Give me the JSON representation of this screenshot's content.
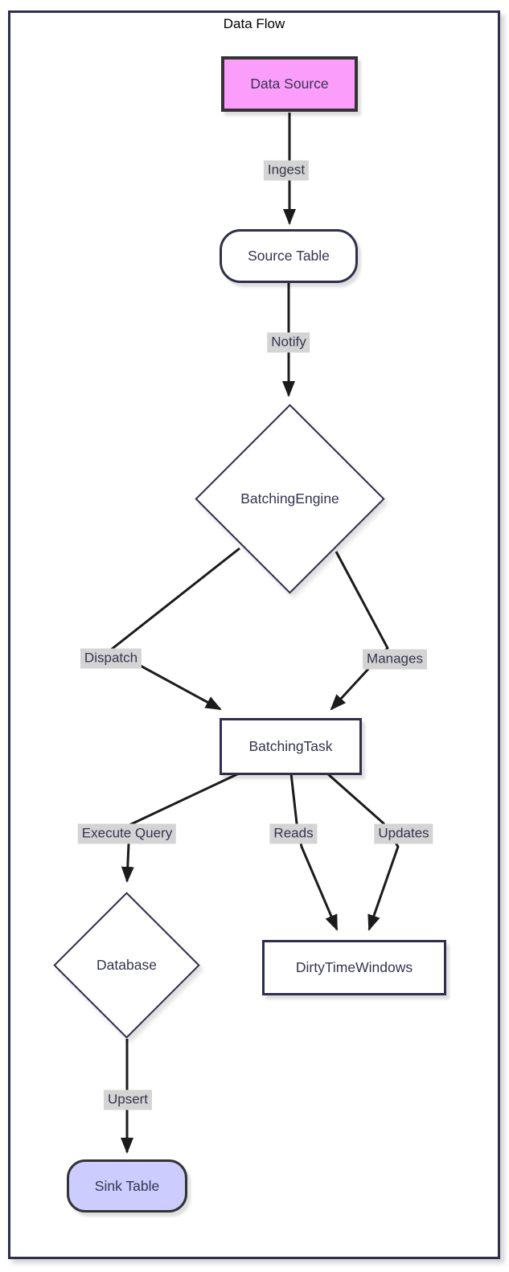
{
  "title": "Data Flow",
  "colors": {
    "node_border": "#2f2f4d",
    "highlight_border": "#333333",
    "edge_line": "#1b1b1b",
    "edge_label_bg": "#d4d4d4",
    "node_text": "#343450",
    "data_source_fill": "#fb9dfb",
    "sink_table_fill": "#ccccff",
    "frame_border": "#2e2e4e"
  },
  "nodes": [
    {
      "id": "data-source",
      "label": "Data Source",
      "shape": "rectangle",
      "fill": "#fb9dfb"
    },
    {
      "id": "source-table",
      "label": "Source Table",
      "shape": "rounded-rectangle",
      "fill": "#ffffff"
    },
    {
      "id": "batching-engine",
      "label": "BatchingEngine",
      "shape": "diamond",
      "fill": "#ffffff"
    },
    {
      "id": "batching-task",
      "label": "BatchingTask",
      "shape": "rectangle",
      "fill": "#ffffff"
    },
    {
      "id": "database",
      "label": "Database",
      "shape": "diamond",
      "fill": "#ffffff"
    },
    {
      "id": "dirty-time-windows",
      "label": "DirtyTimeWindows",
      "shape": "rectangle",
      "fill": "#ffffff"
    },
    {
      "id": "sink-table",
      "label": "Sink Table",
      "shape": "rounded-rectangle",
      "fill": "#ccccff"
    }
  ],
  "edges": [
    {
      "from": "Data Source",
      "to": "Source Table",
      "label": "Ingest"
    },
    {
      "from": "Source Table",
      "to": "BatchingEngine",
      "label": "Notify"
    },
    {
      "from": "BatchingEngine",
      "to": "BatchingTask",
      "label": "Dispatch"
    },
    {
      "from": "BatchingEngine",
      "to": "BatchingTask",
      "label": "Manages"
    },
    {
      "from": "BatchingTask",
      "to": "Database",
      "label": "Execute Query"
    },
    {
      "from": "BatchingTask",
      "to": "DirtyTimeWindows",
      "label": "Reads"
    },
    {
      "from": "BatchingTask",
      "to": "DirtyTimeWindows",
      "label": "Updates"
    },
    {
      "from": "Database",
      "to": "Sink Table",
      "label": "Upsert"
    }
  ]
}
